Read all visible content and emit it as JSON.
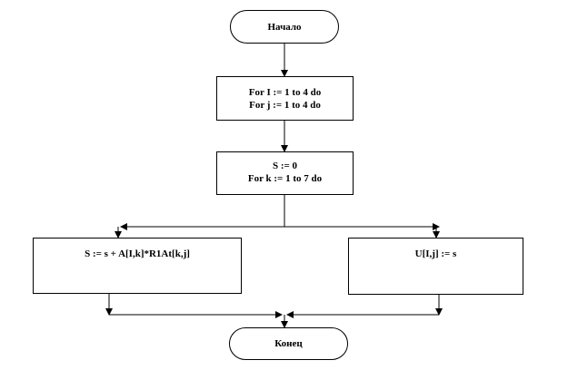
{
  "nodes": {
    "start": {
      "label": "Начало"
    },
    "loop_ij": {
      "lines": [
        "For I := 1 to 4 do",
        "For j := 1 to 4 do"
      ]
    },
    "init_s": {
      "lines": [
        "S := 0",
        "For k := 1 to 7 do"
      ]
    },
    "accumulate": {
      "label": "S := s + A[I,k]*R1At[k,j]"
    },
    "assign_u": {
      "label": "U[I,j] := s"
    },
    "end": {
      "label": "Конец"
    }
  },
  "colors": {
    "stroke": "#000000",
    "fill": "#ffffff"
  }
}
